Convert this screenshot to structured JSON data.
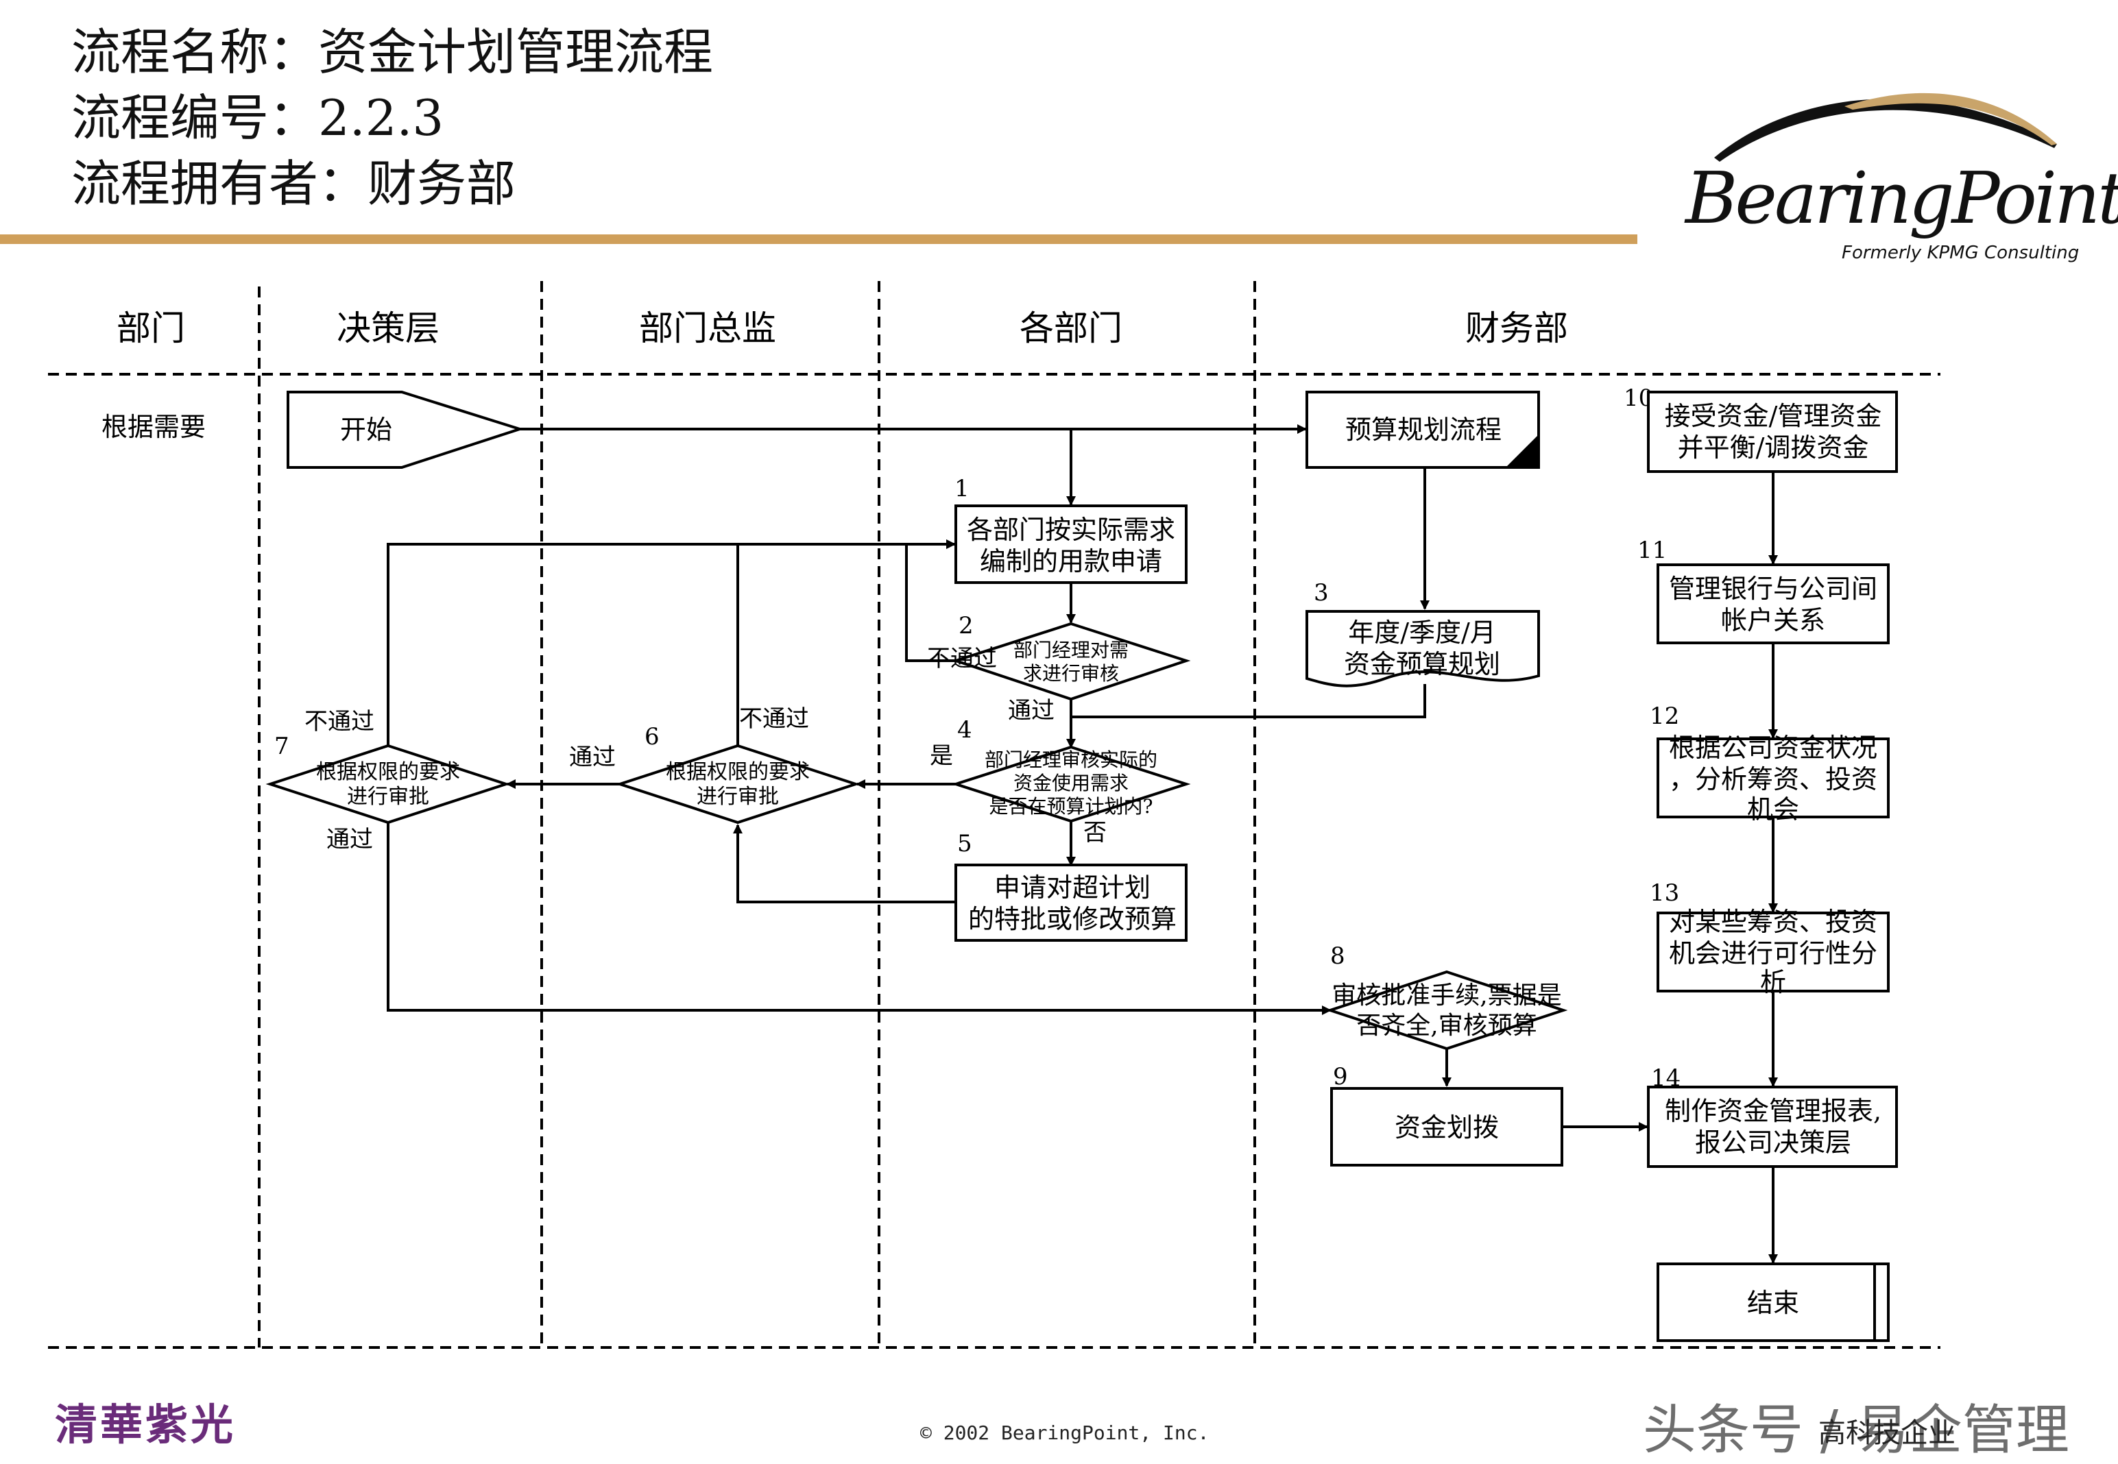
{
  "header": {
    "process_name": "流程名称：资金计划管理流程",
    "process_code": "流程编号：2.2.3",
    "process_owner": "流程拥有者：财务部"
  },
  "logo": {
    "brand": "BearingPoint",
    "tagline": "Formerly KPMG Consulting"
  },
  "lanes": {
    "dept_header": "部门",
    "col1": "决策层",
    "col2": "部门总监",
    "col3": "各部门",
    "col4": "财务部",
    "row_label": "根据需要"
  },
  "nodes": {
    "start": "开始",
    "budget_process": "预算规划流程",
    "n1_num": "1",
    "n1_line1": "各部门按实际需求",
    "n1_line2": "编制的用款申请",
    "n2_num": "2",
    "n2_line1": "部门经理对需",
    "n2_line2": "求进行审核",
    "n3_num": "3",
    "n3_line1": "年度/季度/月",
    "n3_line2": "资金预算规划",
    "n4_num": "4",
    "n4_line1": "部门经理审核实际的",
    "n4_line2": "资金使用需求",
    "n4_line3": "是否在预算计划内?",
    "n5_num": "5",
    "n5_line1": "申请对超计划",
    "n5_line2": "的特批或修改预算",
    "n6_num": "6",
    "n6_line1": "根据权限的要求",
    "n6_line2": "进行审批",
    "n7_num": "7",
    "n7_line1": "根据权限的要求",
    "n7_line2": "进行审批",
    "n8_num": "8",
    "n8_line1": "审核批准手续,票据是",
    "n8_line2": "否齐全,审核预算",
    "n9_num": "9",
    "n9_text": "资金划拨",
    "n10_num": "10",
    "n10_line1": "接受资金/管理资金",
    "n10_line2": "并平衡/调拨资金",
    "n11_num": "11",
    "n11_line1": "管理银行与公司间",
    "n11_line2": "帐户关系",
    "n12_num": "12",
    "n12_line1": "根据公司资金状况",
    "n12_line2": "，分析筹资、投资",
    "n12_line3": "机会",
    "n13_num": "13",
    "n13_line1": "对某些筹资、投资",
    "n13_line2": "机会进行可行性分",
    "n13_line3": "析",
    "n14_num": "14",
    "n14_line1": "制作资金管理报表,",
    "n14_line2": "报公司决策层",
    "end": "结束"
  },
  "edge_labels": {
    "reject_2": "不通过",
    "pass_2": "通过",
    "yes_4": "是",
    "no_4": "否",
    "reject_6": "不通过",
    "pass_6": "通过",
    "reject_7": "不通过",
    "pass_7": "通过"
  },
  "footer": {
    "left_logo": "清華紫光",
    "copyright": "© 2002 BearingPoint, Inc.",
    "watermark": "头条号 / 易企管理",
    "page_note": "高科技企业"
  }
}
